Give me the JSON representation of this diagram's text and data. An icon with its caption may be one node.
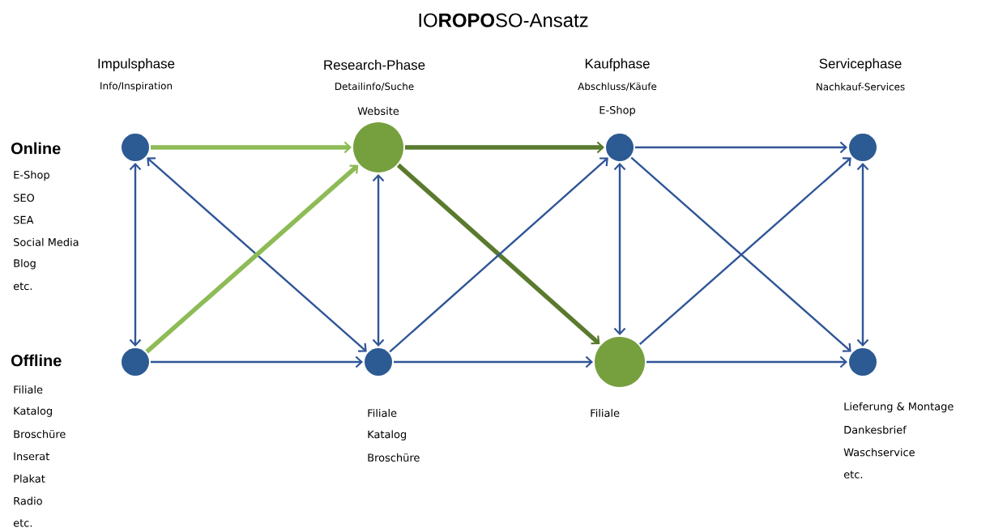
{
  "diagram": {
    "title": "IO**ROPO**SO-Ansatz",
    "nodes": [
      {
        "text": [],
        "shape": "circle"
      },
      {
        "text": [],
        "shape": "circle",
        "beside": [
          "Website"
        ]
      },
      {
        "text": [],
        "shape": "circle",
        "beside": [
          "E-Shop"
        ]
      },
      {
        "text": [],
        "shape": "circle"
      },
      {
        "text": [],
        "shape": "circle"
      },
      {
        "text": [],
        "shape": "circle",
        "beside": [
          "Filiale",
          "Katalog",
          "Broschüre"
        ]
      },
      {
        "text": [],
        "shape": "circle",
        "beside": [
          "Filiale"
        ]
      },
      {
        "text": [],
        "shape": "circle",
        "beside": [
          "Lieferung & Montage",
          "Dankesbrief",
          "Waschservice",
          "etc."
        ]
      }
    ],
    "edges": [
      {
        "from": 0,
        "to": 1,
        "arrow": "to",
        "style": "thick",
        "color": "#8dbb55"
      },
      {
        "from": 0,
        "to": 4,
        "arrow": "both"
      },
      {
        "from": 0,
        "to": 5,
        "arrow": "both"
      },
      {
        "from": 4,
        "to": 1,
        "arrow": "to",
        "style": "thick",
        "color": "#8dbb55"
      },
      {
        "from": 4,
        "to": 5,
        "arrow": "to"
      },
      {
        "from": 1,
        "to": 5,
        "arrow": "both"
      },
      {
        "from": 1,
        "to": 2,
        "arrow": "to",
        "style": "thick",
        "color": "#5a7a2e"
      },
      {
        "from": 1,
        "to": 6,
        "arrow": "to",
        "style": "thick",
        "color": "#5a7a2e"
      },
      {
        "from": 5,
        "to": 2,
        "arrow": "to"
      },
      {
        "from": 5,
        "to": 6,
        "arrow": "to"
      },
      {
        "from": 2,
        "to": 6,
        "arrow": "both"
      },
      {
        "from": 2,
        "to": 3,
        "arrow": "to"
      },
      {
        "from": 2,
        "to": 7,
        "arrow": "to"
      },
      {
        "from": 6,
        "to": 3,
        "arrow": "to"
      },
      {
        "from": 6,
        "to": 7,
        "arrow": "to"
      },
      {
        "from": 3,
        "to": 7,
        "arrow": "both"
      }
    ],
    "labels": [
      "Impulsphase",
      "Info/Inspiration",
      "Research-Phase",
      "Detailinfo/Suche",
      "Kaufphase",
      "Abschluss/Käufe",
      "Servicephase",
      "Nachkauf-Services",
      "Online",
      "E-Shop",
      "SEO",
      "SEA",
      "Social Media",
      "Blog",
      "etc.",
      "Offline",
      "Filiale",
      "Katalog",
      "Broschüre",
      "Inserat",
      "Plakat",
      "Radio",
      "etc."
    ]
  }
}
